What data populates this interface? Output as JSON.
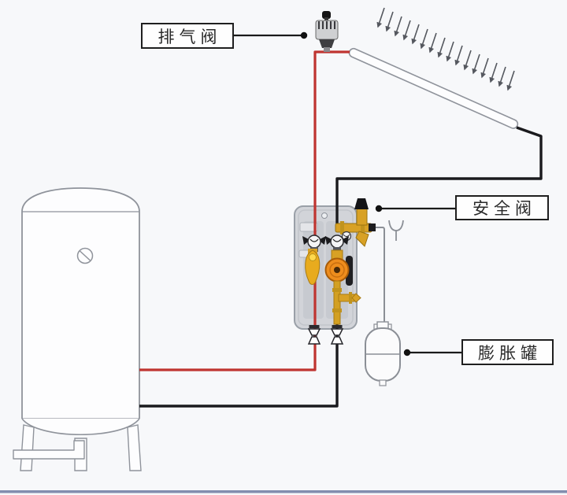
{
  "diagram": {
    "labels": {
      "air_vent_valve": "排气阀",
      "safety_valve": "安全阀",
      "expansion_tank": "膨胀罐"
    },
    "colors": {
      "hot_pipe_red": "#bf3430",
      "return_pipe_black": "#1a1a1d",
      "outline_gray": "#8b8f96",
      "brass": "#d8a125",
      "pump_orange": "#ec8c1c",
      "station_gray": "#d2d4d9",
      "background": "#f7f8fa",
      "footer_line": "#6d7aa0"
    }
  }
}
